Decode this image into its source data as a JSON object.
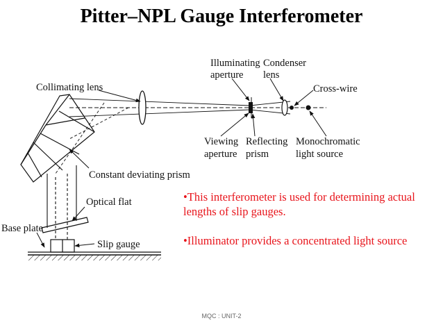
{
  "slide": {
    "title": "Pitter–NPL Gauge Interferometer",
    "footer": "MQC : UNIT-2"
  },
  "diagram_labels": {
    "illuminating_aperture": [
      "Illuminating",
      "aperture"
    ],
    "condenser_lens": [
      "Condenser",
      "lens"
    ],
    "collimating_lens": "Collimating lens",
    "cross_wire": "Cross-wire",
    "viewing_aperture": [
      "Viewing",
      "aperture"
    ],
    "reflecting_prism": [
      "Reflecting",
      "prism"
    ],
    "monochromatic_source": [
      "Monochromatic",
      "light source"
    ],
    "constant_deviating_prism": "Constant deviating prism",
    "optical_flat": "Optical flat",
    "base_plate": "Base plate",
    "slip_gauge": "Slip gauge"
  },
  "bullets": [
    "•This interferometer is used for determining actual lengths of slip gauges.",
    "•Illuminator provides a concentrated light source"
  ],
  "colors": {
    "title": "#000000",
    "bullet_text": "#e8141b",
    "lines": "#111111"
  }
}
